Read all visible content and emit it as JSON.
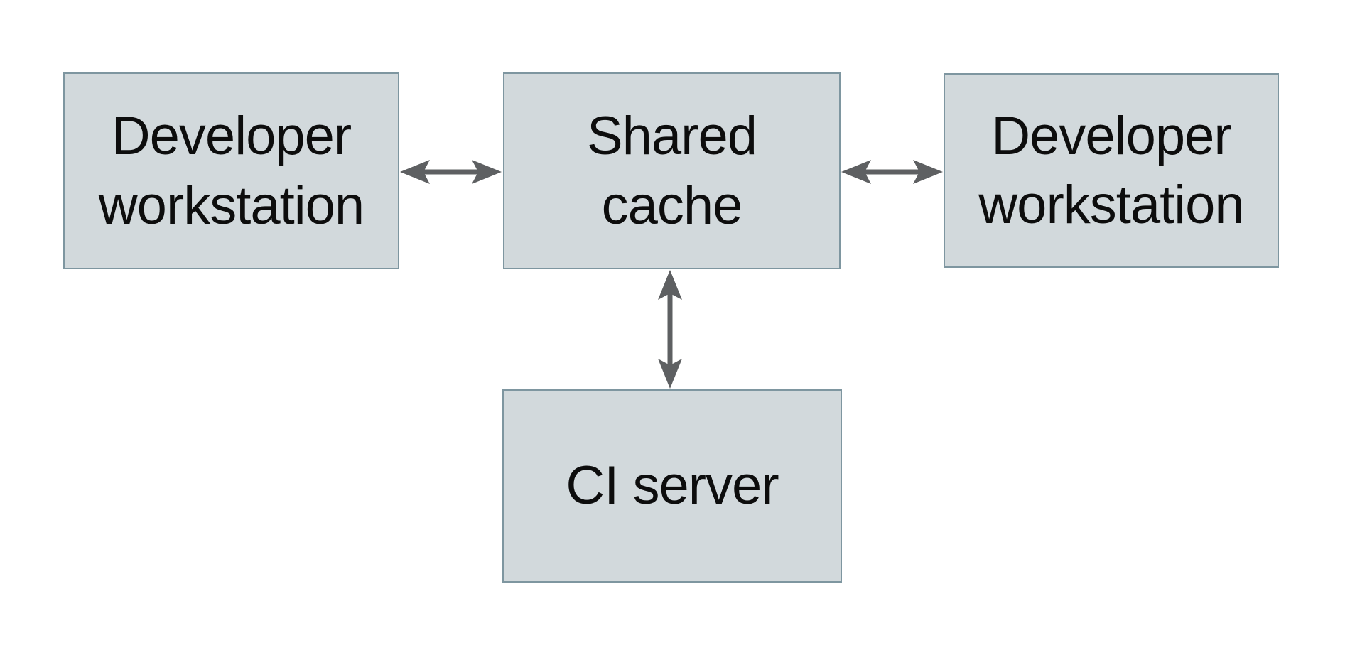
{
  "diagram": {
    "type": "architecture-diagram",
    "background": "#ffffff",
    "nodes": [
      {
        "id": "developer-workstation-left",
        "label": "Developer\nworkstation"
      },
      {
        "id": "shared-cache",
        "label": "Shared\ncache"
      },
      {
        "id": "developer-workstation-right",
        "label": "Developer\nworkstation"
      },
      {
        "id": "ci-server",
        "label": "CI server"
      }
    ],
    "edges": [
      {
        "from": "developer-workstation-left",
        "to": "shared-cache",
        "direction": "bidirectional",
        "orientation": "horizontal"
      },
      {
        "from": "shared-cache",
        "to": "developer-workstation-right",
        "direction": "bidirectional",
        "orientation": "horizontal"
      },
      {
        "from": "shared-cache",
        "to": "ci-server",
        "direction": "bidirectional",
        "orientation": "vertical"
      }
    ],
    "colors": {
      "node_fill": "#d2d9dc",
      "node_border": "#7e96a0",
      "arrow": "#5e6062",
      "text": "#0d0d0d"
    }
  }
}
